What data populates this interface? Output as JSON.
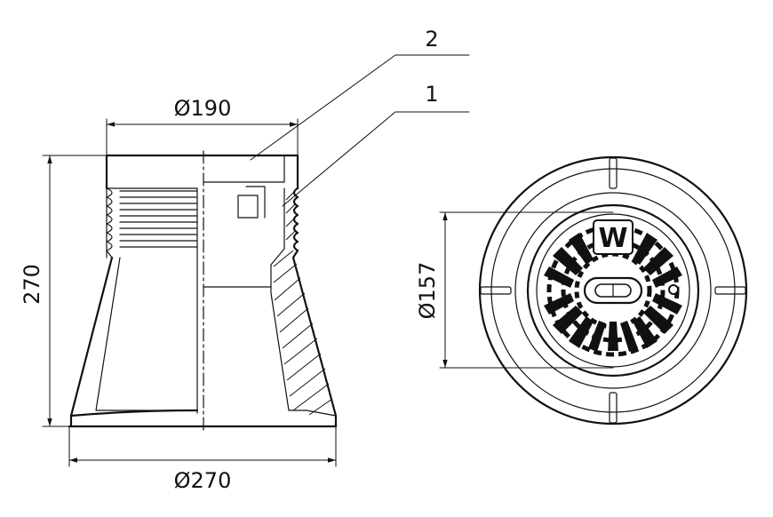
{
  "labels": {
    "dim_top_diameter": "Ø190",
    "dim_height": "270",
    "dim_bottom_diameter": "Ø270",
    "dim_cover_diameter": "Ø157",
    "callout_1": "1",
    "callout_2": "2",
    "lid_letter": "W"
  }
}
